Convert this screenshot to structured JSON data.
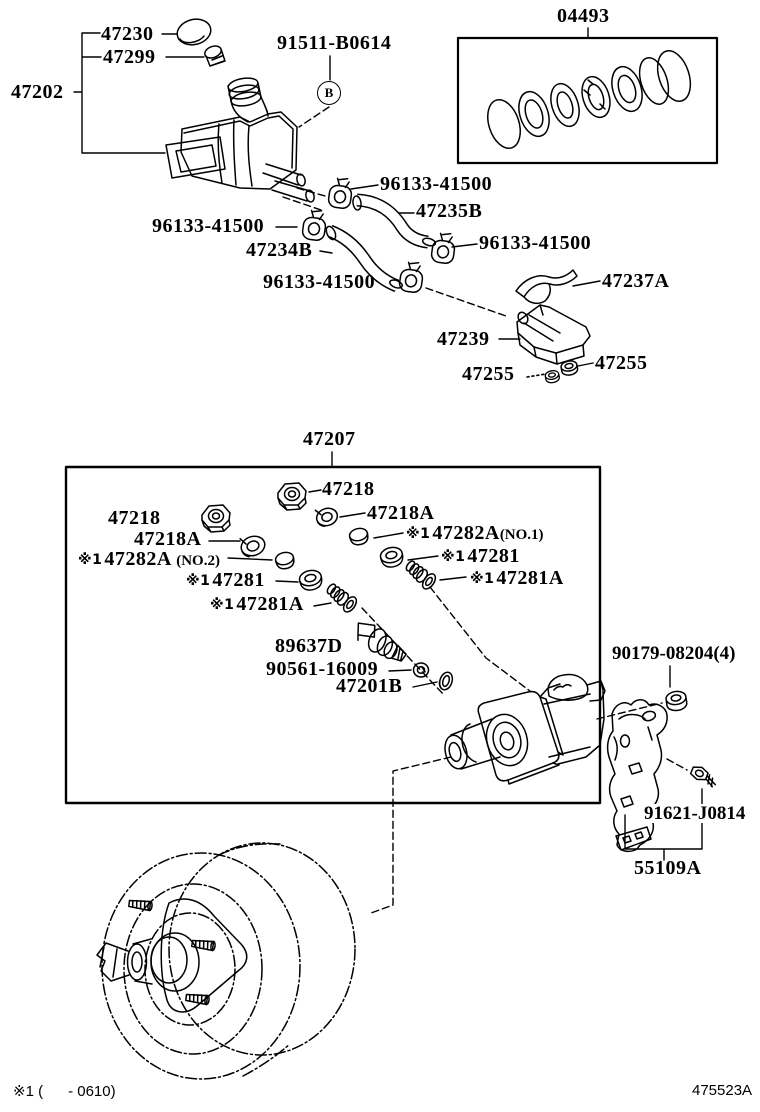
{
  "diagram": {
    "ref_mark": "※1",
    "connector": "B",
    "footer": {
      "note": "※1 (      - 0610)",
      "code": "475523A"
    },
    "colors": {
      "line": "#000000",
      "background": "#ffffff"
    }
  },
  "parts": {
    "reservoir_assy": "47202",
    "reservoir_cap": "47230",
    "reservoir_plug": "47299",
    "reservoir_screw": "91511-B0614",
    "repair_kit": "04493",
    "hose_clamp": "96133-41500",
    "hose_upper": "47235B",
    "hose_lower": "47234B",
    "clip": "47237A",
    "reservoir_bracket": "47239",
    "bracket_nut": "47255",
    "master_cylinder_assy": "47207",
    "nut": "47218",
    "washer": "47218A",
    "plug": "47282A",
    "plug_no1_suffix": "(NO.1)",
    "plug_no2_suffix": "(NO.2)",
    "piston_stopper": "47281",
    "stopper_bolt": "47281A",
    "level_switch": "89637D",
    "switch_washer": "90561-16009",
    "o_ring": "47201B",
    "booster_nut": "90179-08204(4)",
    "bracket_bolt": "91621-J0814",
    "pedal_bracket": "55109A"
  }
}
